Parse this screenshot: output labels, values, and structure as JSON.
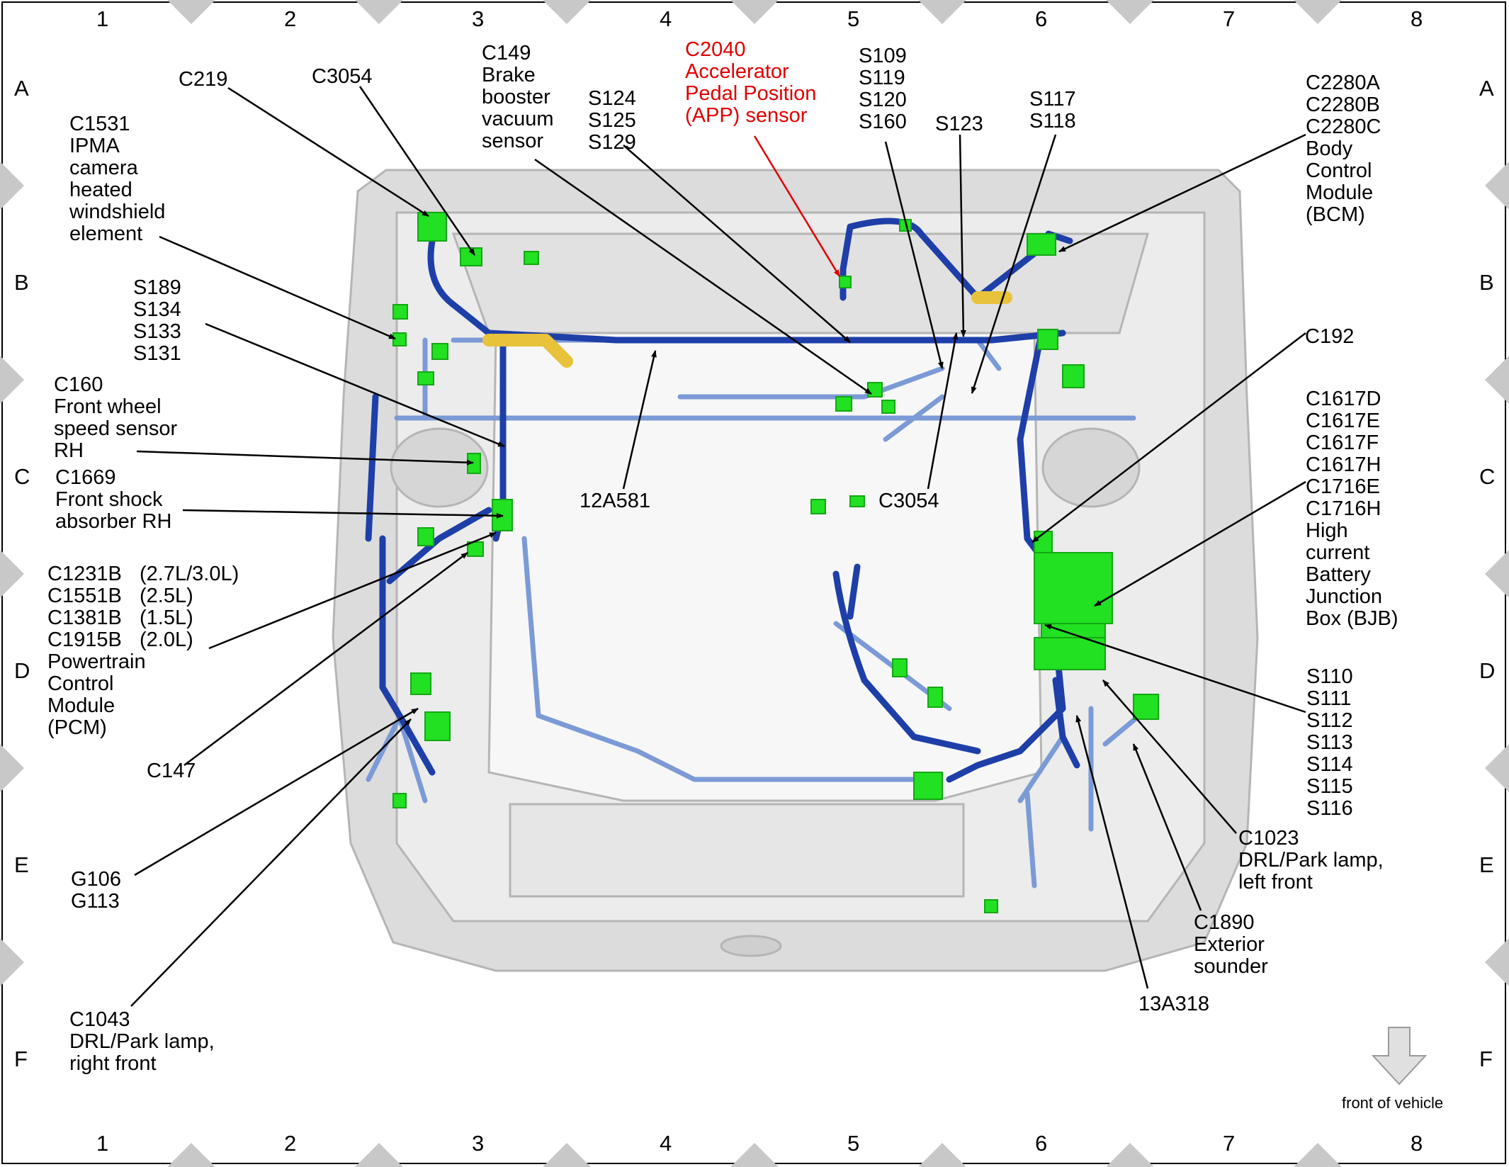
{
  "grid": {
    "columns": [
      "1",
      "2",
      "3",
      "4",
      "5",
      "6",
      "7",
      "8"
    ],
    "rows": [
      "A",
      "B",
      "C",
      "D",
      "E",
      "F"
    ]
  },
  "labels": {
    "c219": "C219",
    "c3054_top": "C3054",
    "c1531": "C1531\nIPMA\ncamera\nheated\nwindshield\nelement",
    "c149": "C149\nBrake\nbooster\nvacuum\nsensor",
    "s124": "S124\nS125\nS129",
    "c2040": "C2040\nAccelerator\nPedal Position\n(APP) sensor",
    "s109": "S109\nS119\nS120\nS160",
    "s123": "S123",
    "s117": "S117\nS118",
    "c2280": "C2280A\nC2280B\nC2280C\nBody\nControl\nModule\n(BCM)",
    "s189": "S189\nS134\nS133\nS131",
    "c160": "C160\nFront wheel\nspeed sensor\nRH",
    "c1669": "C1669\nFront shock\nabsorber RH",
    "pcm_codes": "C1231B\nC1551B\nC1381B\nC1915B\nPowertrain\nControl\nModule\n(PCM)",
    "pcm_engines": "(2.7L/3.0L)\n(2.5L)\n(1.5L)\n(2.0L)",
    "c147": "C147",
    "g106": "G106\nG113",
    "c1043": "C1043\nDRL/Park lamp,\nright front",
    "h12a581": "12A581",
    "c3054_mid": "C3054",
    "c192": "C192",
    "bjb": "C1617D\nC1617E\nC1617F\nC1617H\nC1716E\nC1716H\nHigh\ncurrent\nBattery\nJunction\nBox (BJB)",
    "s110": "S110\nS111\nS112\nS113\nS114\nS115\nS116",
    "c1023": "C1023\nDRL/Park lamp,\nleft front",
    "c1890": "C1890\nExterior\nsounder",
    "h13a318": "13A318"
  },
  "front_of_vehicle": "front of vehicle",
  "colors": {
    "harness_dark": "#1e3fa8",
    "harness_light": "#7b9ad6",
    "connector": "#22e022",
    "splice_yellow": "#e8c23a",
    "body_gray": "#d4d4d4",
    "callout_red": "#e00000"
  }
}
